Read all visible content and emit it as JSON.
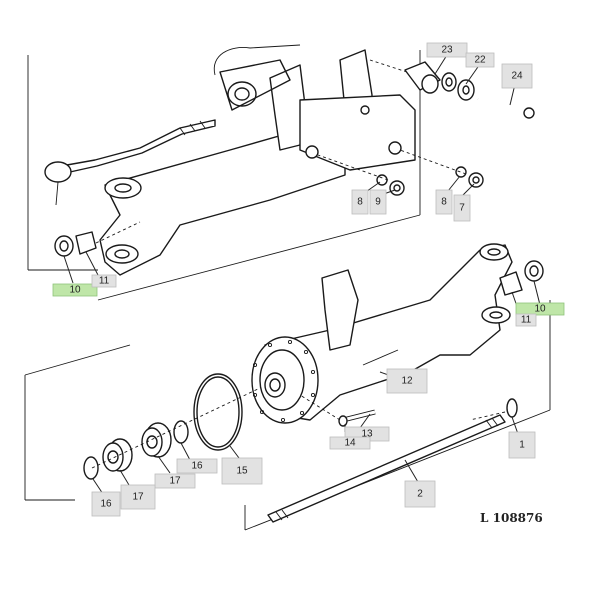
{
  "reference": "L 108876",
  "callouts": [
    {
      "id": "c23",
      "label": "23"
    },
    {
      "id": "c22",
      "label": "22"
    },
    {
      "id": "c24",
      "label": "24"
    },
    {
      "id": "c8a",
      "label": "8"
    },
    {
      "id": "c9",
      "label": "9"
    },
    {
      "id": "c8b",
      "label": "8"
    },
    {
      "id": "c7",
      "label": "7"
    },
    {
      "id": "c10a",
      "label": "10"
    },
    {
      "id": "c11a",
      "label": "11"
    },
    {
      "id": "c10b",
      "label": "10"
    },
    {
      "id": "c11b",
      "label": "11"
    },
    {
      "id": "c12",
      "label": "12"
    },
    {
      "id": "c13",
      "label": "13"
    },
    {
      "id": "c14",
      "label": "14"
    },
    {
      "id": "c1",
      "label": "1"
    },
    {
      "id": "c2",
      "label": "2"
    },
    {
      "id": "c15",
      "label": "15"
    },
    {
      "id": "c16a",
      "label": "16"
    },
    {
      "id": "c17a",
      "label": "17"
    },
    {
      "id": "c16b",
      "label": "16"
    },
    {
      "id": "c17b",
      "label": "17"
    }
  ]
}
